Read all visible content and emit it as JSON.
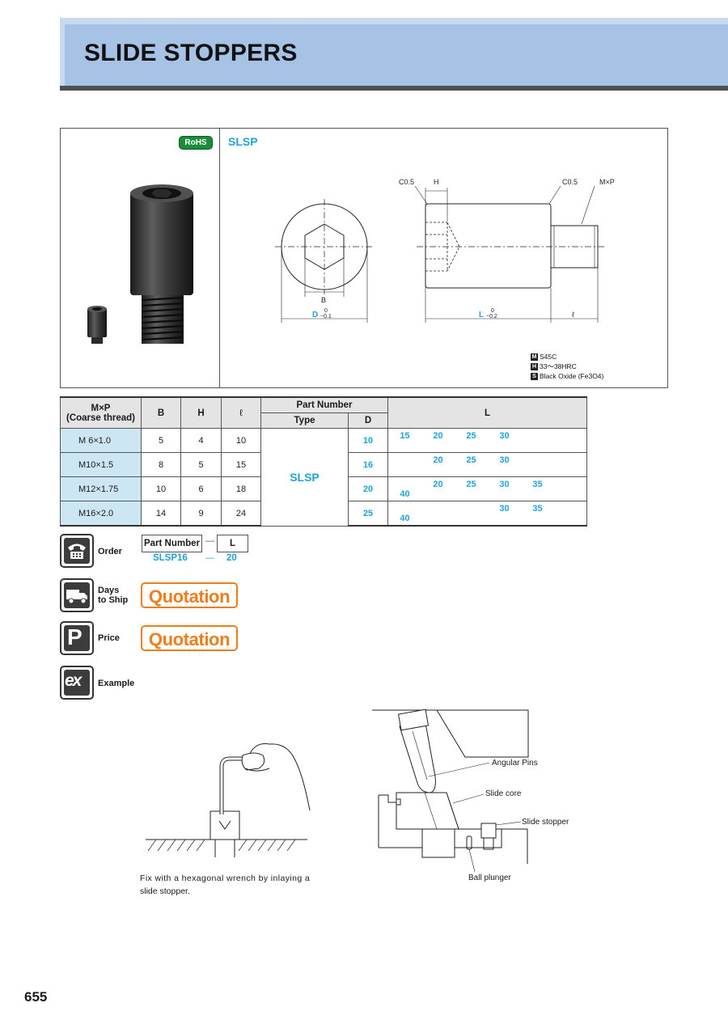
{
  "header": {
    "title": "SLIDE STOPPERS"
  },
  "product": {
    "rohs_badge": "RoHS",
    "type_code": "SLSP",
    "drawing_labels": {
      "c05_left": "C0.5",
      "h": "H",
      "c05_right": "C0.5",
      "mxp": "M×P",
      "b": "B",
      "d": "D",
      "d_tol_upper": "0",
      "d_tol_lower": "−0.1",
      "l": "L",
      "l_tol_upper": "0",
      "l_tol_lower": "−0.2",
      "ell": "ℓ"
    },
    "materials": [
      {
        "code": "M",
        "text": "S45C"
      },
      {
        "code": "H",
        "text": "33〜38HRC"
      },
      {
        "code": "S",
        "text": "Black Oxide (Fe3O4)"
      }
    ]
  },
  "table": {
    "headers": {
      "mp": "M×P",
      "mp_sub": "(Coarse thread)",
      "b": "B",
      "h": "H",
      "ell": "ℓ",
      "part_number": "Part Number",
      "type": "Type",
      "d": "D",
      "l": "L"
    },
    "type_value": "SLSP",
    "rows": [
      {
        "mp": "M 6×1.0",
        "b": "5",
        "h": "4",
        "ell": "10",
        "d": "10",
        "l": [
          "15",
          "20",
          "25",
          "30",
          "",
          ""
        ]
      },
      {
        "mp": "M10×1.5",
        "b": "8",
        "h": "5",
        "ell": "15",
        "d": "16",
        "l": [
          "",
          "20",
          "25",
          "30",
          "",
          ""
        ]
      },
      {
        "mp": "M12×1.75",
        "b": "10",
        "h": "6",
        "ell": "18",
        "d": "20",
        "l": [
          "",
          "20",
          "25",
          "30",
          "35",
          "40"
        ]
      },
      {
        "mp": "M16×2.0",
        "b": "14",
        "h": "9",
        "ell": "24",
        "d": "25",
        "l": [
          "",
          "",
          "",
          "30",
          "35",
          "40"
        ]
      }
    ]
  },
  "order": {
    "label": "Order",
    "part_number_label": "Part Number",
    "dash": "—",
    "l_label": "L",
    "example_part": "SLSP16",
    "example_l": "20"
  },
  "days_to_ship": {
    "label_line1": "Days",
    "label_line2": "to Ship",
    "value": "Quotation"
  },
  "price": {
    "label": "Price",
    "value": "Quotation"
  },
  "example": {
    "label": "Example",
    "left_caption_line1": "Fix with a hexagonal wrench by inlaying a",
    "left_caption_line2": "slide stopper.",
    "callouts": {
      "angular_pins": "Angular Pins",
      "slide_core": "Slide core",
      "slide_stopper": "Slide stopper",
      "ball_plunger": "Ball plunger"
    }
  },
  "page_number": "655",
  "colors": {
    "header_bg": "#a6c3e6",
    "accent_blue": "#1fa3d8",
    "quote_orange": "#ee7d1c",
    "rohs_green": "#1a8c3b",
    "cell_blue": "#cde6f4"
  }
}
